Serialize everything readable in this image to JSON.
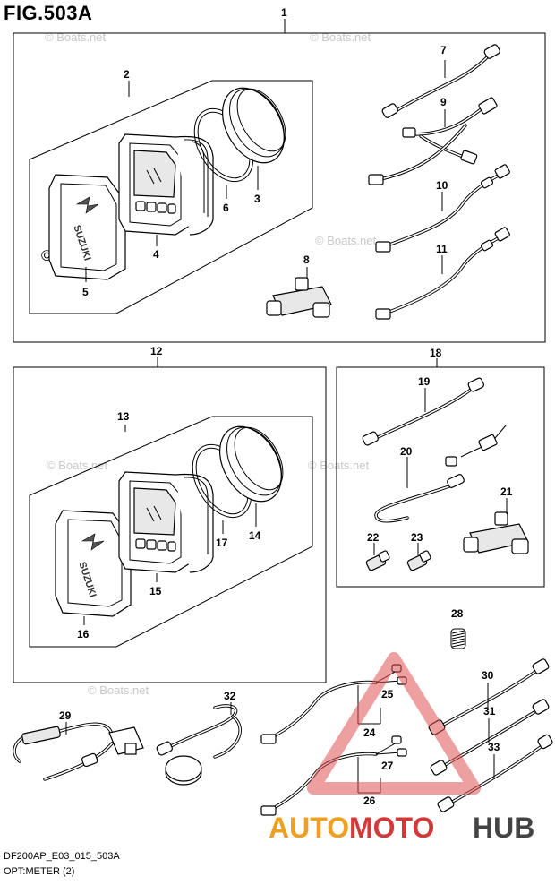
{
  "figure": {
    "title": "FIG.503A",
    "code": "DF200AP_E03_015_503A",
    "name": "OPT:METER (2)"
  },
  "watermarks": {
    "site": "© Boats.net",
    "brand_auto": "AUTO",
    "brand_moto": "MOTO",
    "brand_hub": "HUB",
    "logo_text": "SUZUKI"
  },
  "callouts": {
    "c1": "1",
    "c2": "2",
    "c3": "3",
    "c4": "4",
    "c5": "5",
    "c6": "6",
    "c7": "7",
    "c8": "8",
    "c9": "9",
    "c10": "10",
    "c11": "11",
    "c12": "12",
    "c13": "13",
    "c14": "14",
    "c15": "15",
    "c16": "16",
    "c17": "17",
    "c18": "18",
    "c19": "19",
    "c20": "20",
    "c21": "21",
    "c22": "22",
    "c23": "23",
    "c24": "24",
    "c25": "25",
    "c26": "26",
    "c27": "27",
    "c28": "28",
    "c29": "29",
    "c30": "30",
    "c31": "31",
    "c32": "32",
    "c33": "33"
  },
  "colors": {
    "line": "#000000",
    "watermark": "#c8c8c8",
    "brand_orange": "#f0a020",
    "brand_red": "#d23a3a",
    "brand_grey": "#444444"
  }
}
